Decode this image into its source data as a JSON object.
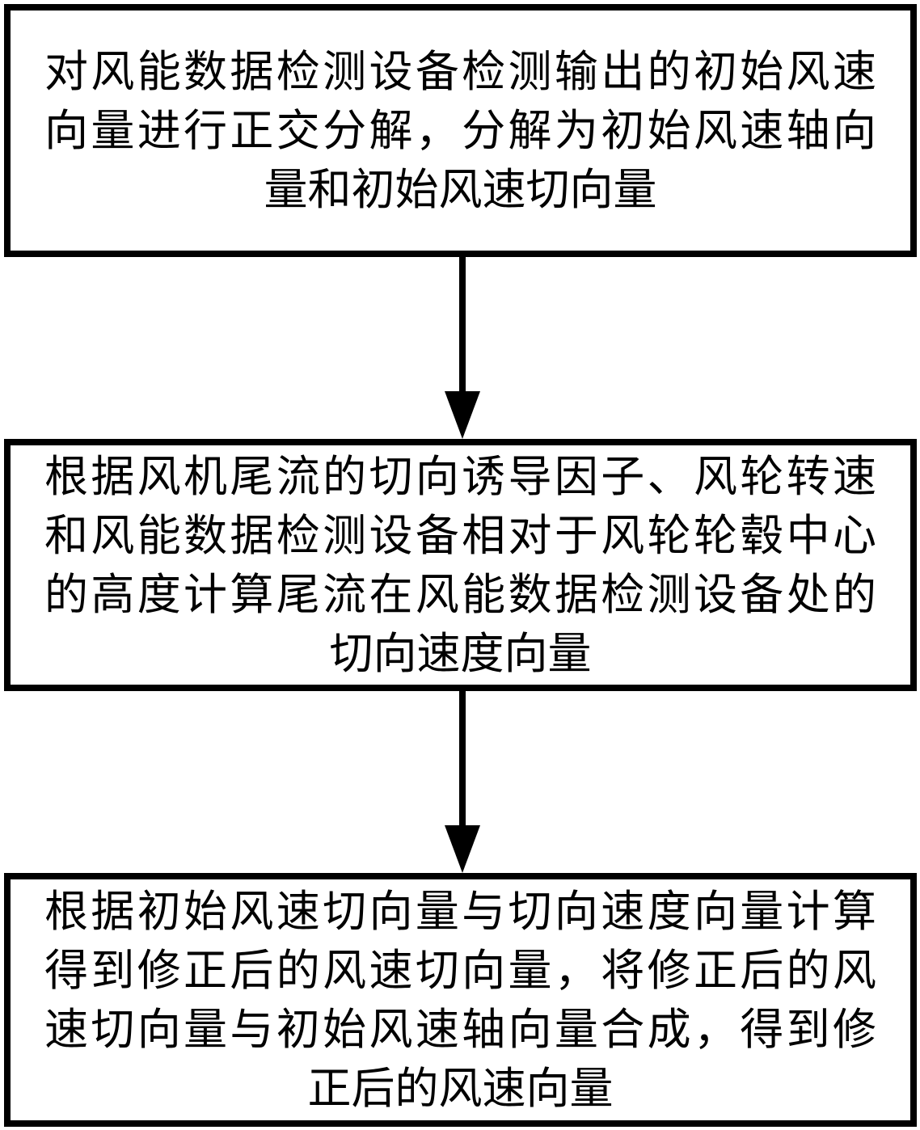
{
  "diagram": {
    "type": "flowchart",
    "colors": {
      "background": "#ffffff",
      "box_border": "#000000",
      "text": "#000000",
      "arrow": "#000000"
    },
    "steps": [
      {
        "text": "对风能数据检测设备检测输出的初始风速向量进行正交分解，分解为初始风速轴向量和初始风速切向量",
        "lines": [
          "对风能数据检测设备检测输出的初始风速",
          "向量进行正交分解，分解为初始风速轴向",
          "量和初始风速切向量"
        ]
      },
      {
        "text": "根据风机尾流的切向诱导因子、风轮转速和风能数据检测设备相对于风轮轮毂中心的高度计算尾流在风能数据检测设备处的切向速度向量",
        "lines": [
          "根据风机尾流的切向诱导因子、风轮转速",
          "和风能数据检测设备相对于风轮轮毂中心",
          "的高度计算尾流在风能数据检测设备处的",
          "切向速度向量"
        ]
      },
      {
        "text": "根据初始风速切向量与切向速度向量计算得到修正后的风速切向量，将修正后的风速切向量与初始风速轴向量合成，得到修正后的风速向量",
        "lines": [
          "根据初始风速切向量与切向速度向量计算",
          "得到修正后的风速切向量，将修正后的风",
          "速切向量与初始风速轴向量合成，得到修",
          "正后的风速向量"
        ]
      }
    ],
    "connectors": [
      {
        "type": "arrow-down",
        "from": "step-1",
        "to": "step-2"
      },
      {
        "type": "arrow-down",
        "from": "step-2",
        "to": "step-3"
      }
    ]
  }
}
